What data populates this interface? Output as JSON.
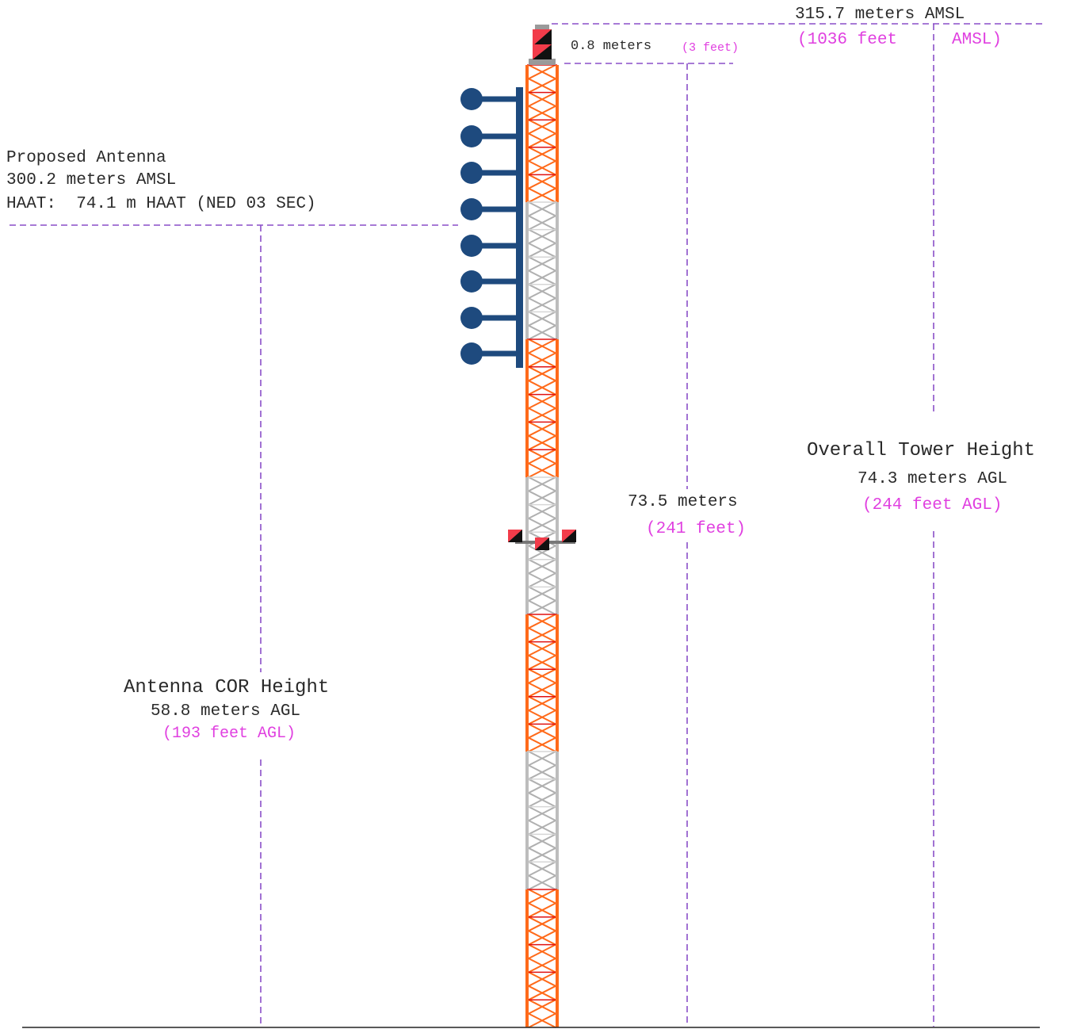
{
  "colors": {
    "dimension_line": "#8a4fc8",
    "tower_orange": "#ff6a1a",
    "tower_red": "#e01010",
    "tower_gray": "#c8c8c8",
    "antenna_blue": "#1e4a7e",
    "light_red": "#f23c4a",
    "ground_line": "#222222",
    "imperial_text": "#e040e0"
  },
  "labels": {
    "top_amsl_metric": "315.7 meters AMSL",
    "top_amsl_imperial_a": "(1036 feet",
    "top_amsl_imperial_b": "AMSL)",
    "tip_metric": "0.8 meters",
    "tip_imperial": "(3 feet)",
    "antenna_title": "Proposed Antenna",
    "antenna_amsl": "300.2 meters AMSL",
    "antenna_haat": "HAAT:  74.1 m HAAT (NED 03 SEC)",
    "steel_metric": "73.5 meters",
    "steel_imperial": "(241 feet)",
    "overall_title": "Overall Tower Height",
    "overall_metric": "74.3 meters AGL",
    "overall_imperial": "(244 feet AGL)",
    "cor_title": "Antenna COR Height",
    "cor_metric": "58.8 meters AGL",
    "cor_imperial": "(193 feet AGL)"
  }
}
